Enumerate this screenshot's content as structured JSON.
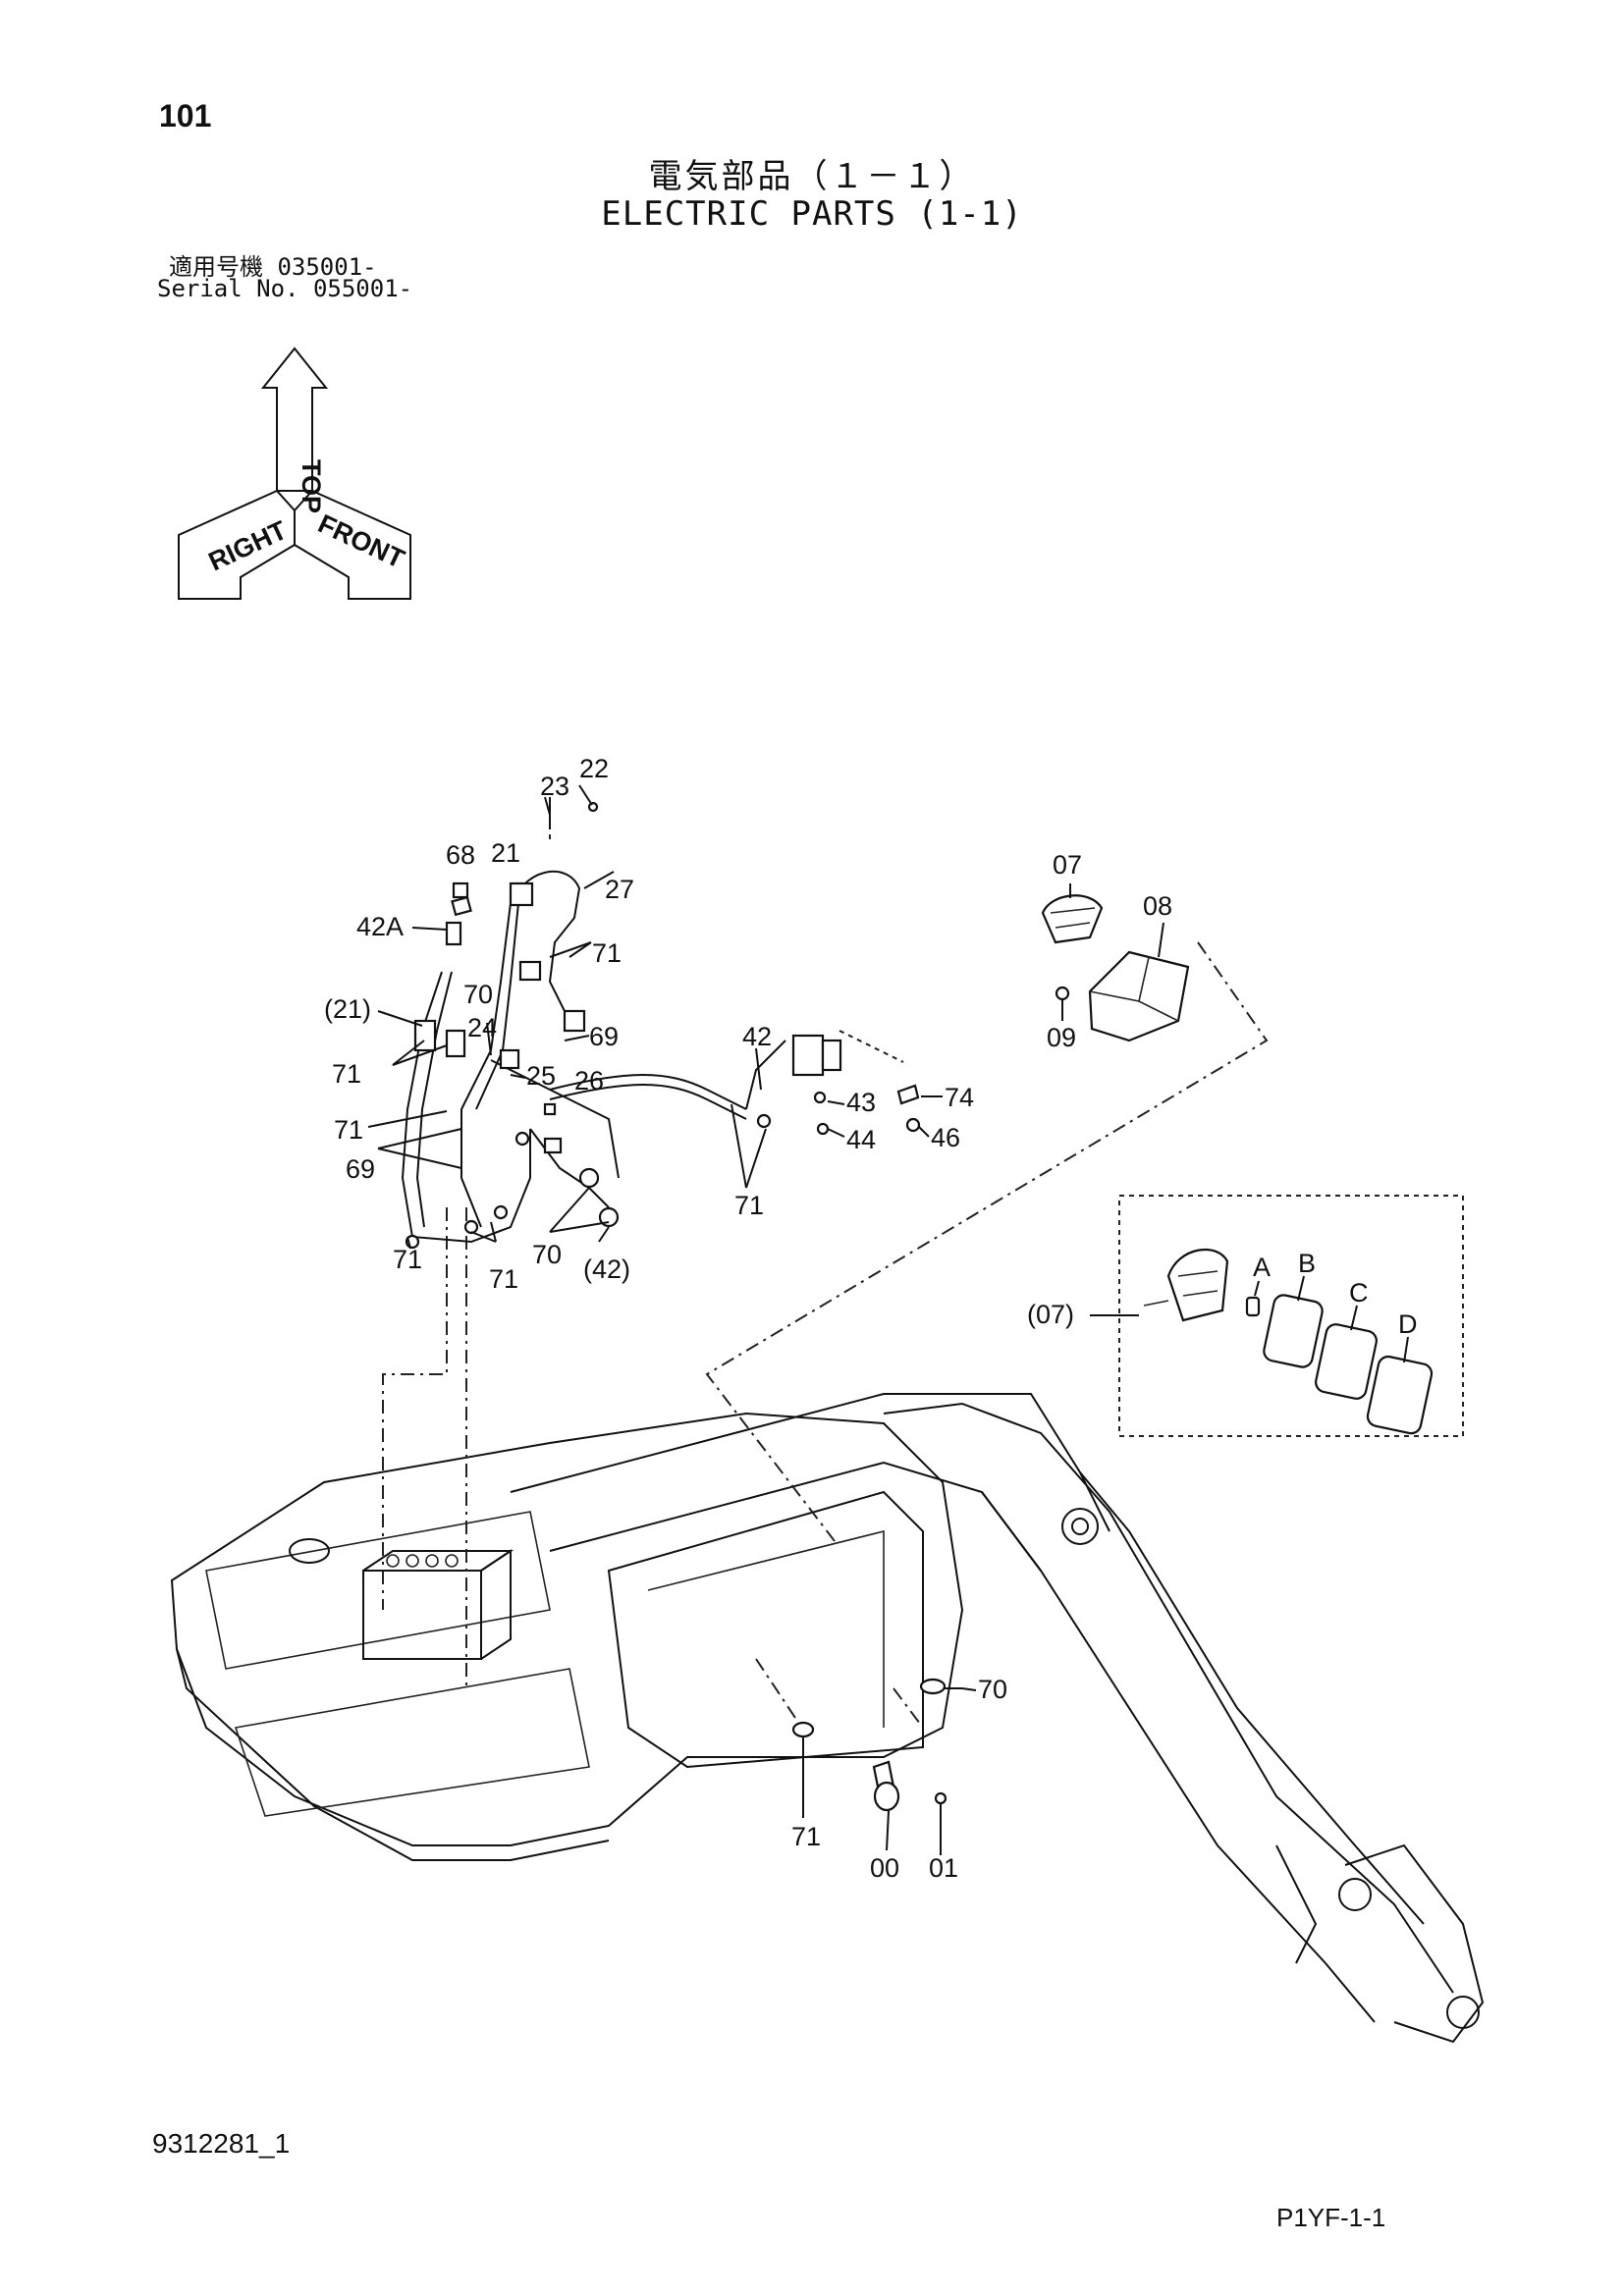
{
  "header": {
    "page_number": "101",
    "title_jp": "電気部品（１－１）",
    "title_en": "ELECTRIC PARTS (1-1)",
    "serial_jp": "適用号機 035001-",
    "serial_en": "Serial No. 055001-"
  },
  "orientation": {
    "top": "TOP",
    "right": "RIGHT",
    "front": "FRONT"
  },
  "callouts": {
    "c22": "22",
    "c23": "23",
    "c68": "68",
    "c21": "21",
    "c27": "27",
    "c42A": "42A",
    "c71a": "71",
    "c70a": "70",
    "c21p": "(21)",
    "c24": "24",
    "c69a": "69",
    "c25": "25",
    "c26": "26",
    "c71b": "71",
    "c71c": "71",
    "c69b": "69",
    "c42": "42",
    "c43": "43",
    "c74": "74",
    "c44": "44",
    "c46": "46",
    "c71d": "71",
    "c71e": "71",
    "c70b": "70",
    "c71f": "71",
    "c42p": "(42)",
    "c07": "07",
    "c08": "08",
    "c09": "09",
    "c07p": "(07)",
    "cA": "A",
    "cB": "B",
    "cC": "C",
    "cD": "D",
    "c70c": "70",
    "c71g": "71",
    "c00": "00",
    "c01": "01"
  },
  "footer": {
    "drawing_no": "9312281_1",
    "page_code": "P1YF-1-1"
  }
}
